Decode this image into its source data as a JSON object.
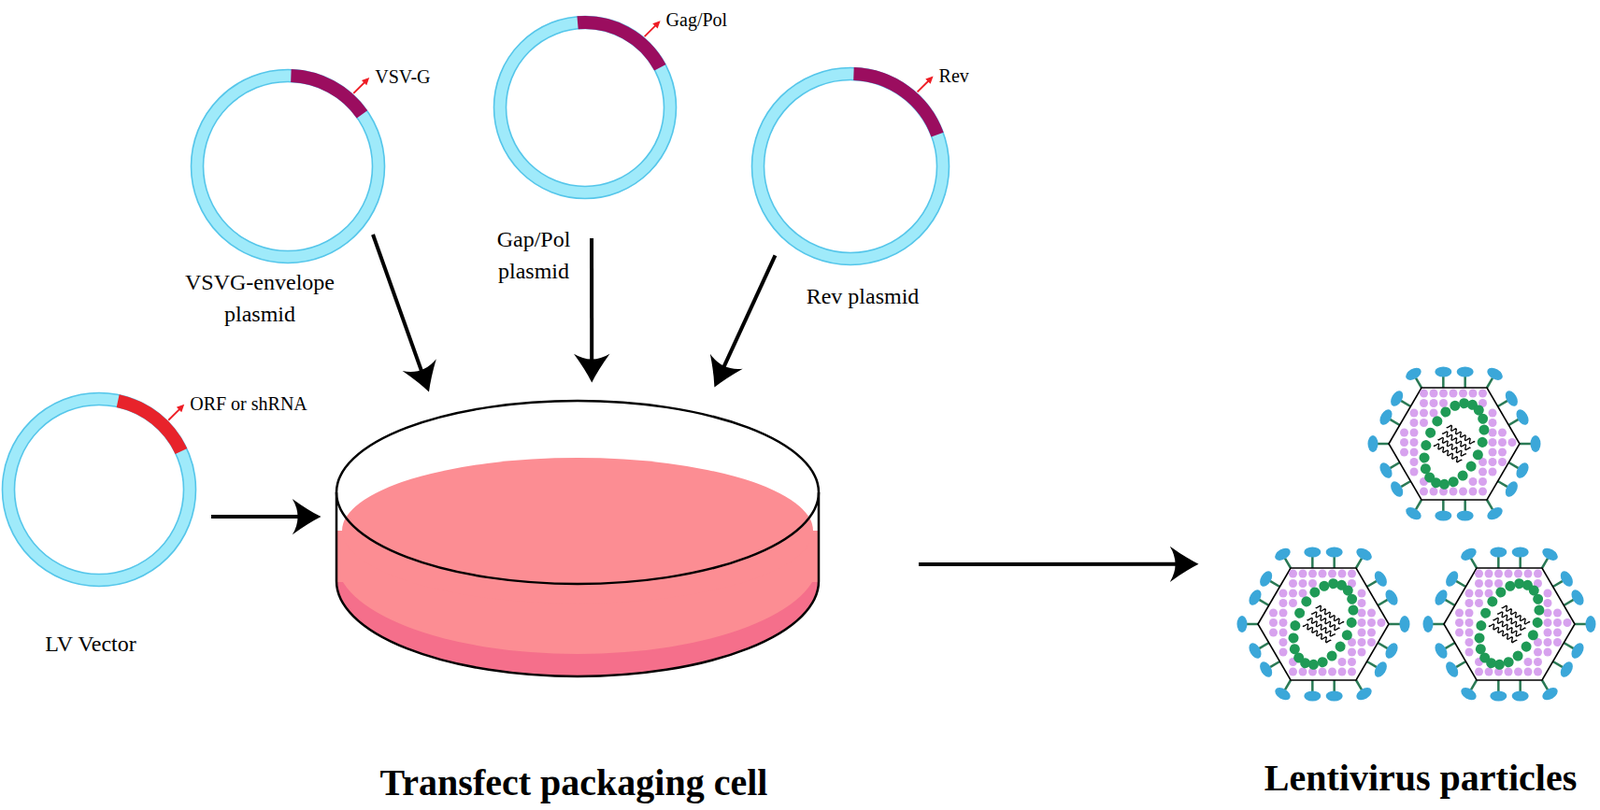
{
  "diagram": {
    "nodes": [
      {
        "text": [
          "VSV-G",
          "VSVG-envelope plasmid"
        ]
      },
      {
        "text": [
          "Gag/Pol",
          "Gap/Pol plasmid"
        ]
      },
      {
        "text": [
          "Rev",
          "Rev plasmid"
        ]
      },
      {
        "text": [
          "ORF or shRNA",
          "LV Vector"
        ]
      },
      {
        "text": [
          "Transfect packaging cell"
        ]
      },
      {
        "text": [
          "Lentivirus particles"
        ]
      }
    ],
    "edges": [
      {
        "from": 0,
        "to": 4,
        "arrow": "to"
      },
      {
        "from": 1,
        "to": 4,
        "arrow": "to"
      },
      {
        "from": 2,
        "to": 4,
        "arrow": "to"
      },
      {
        "from": 3,
        "to": 4,
        "arrow": "to"
      },
      {
        "from": 4,
        "to": 5,
        "arrow": "to"
      }
    ]
  }
}
